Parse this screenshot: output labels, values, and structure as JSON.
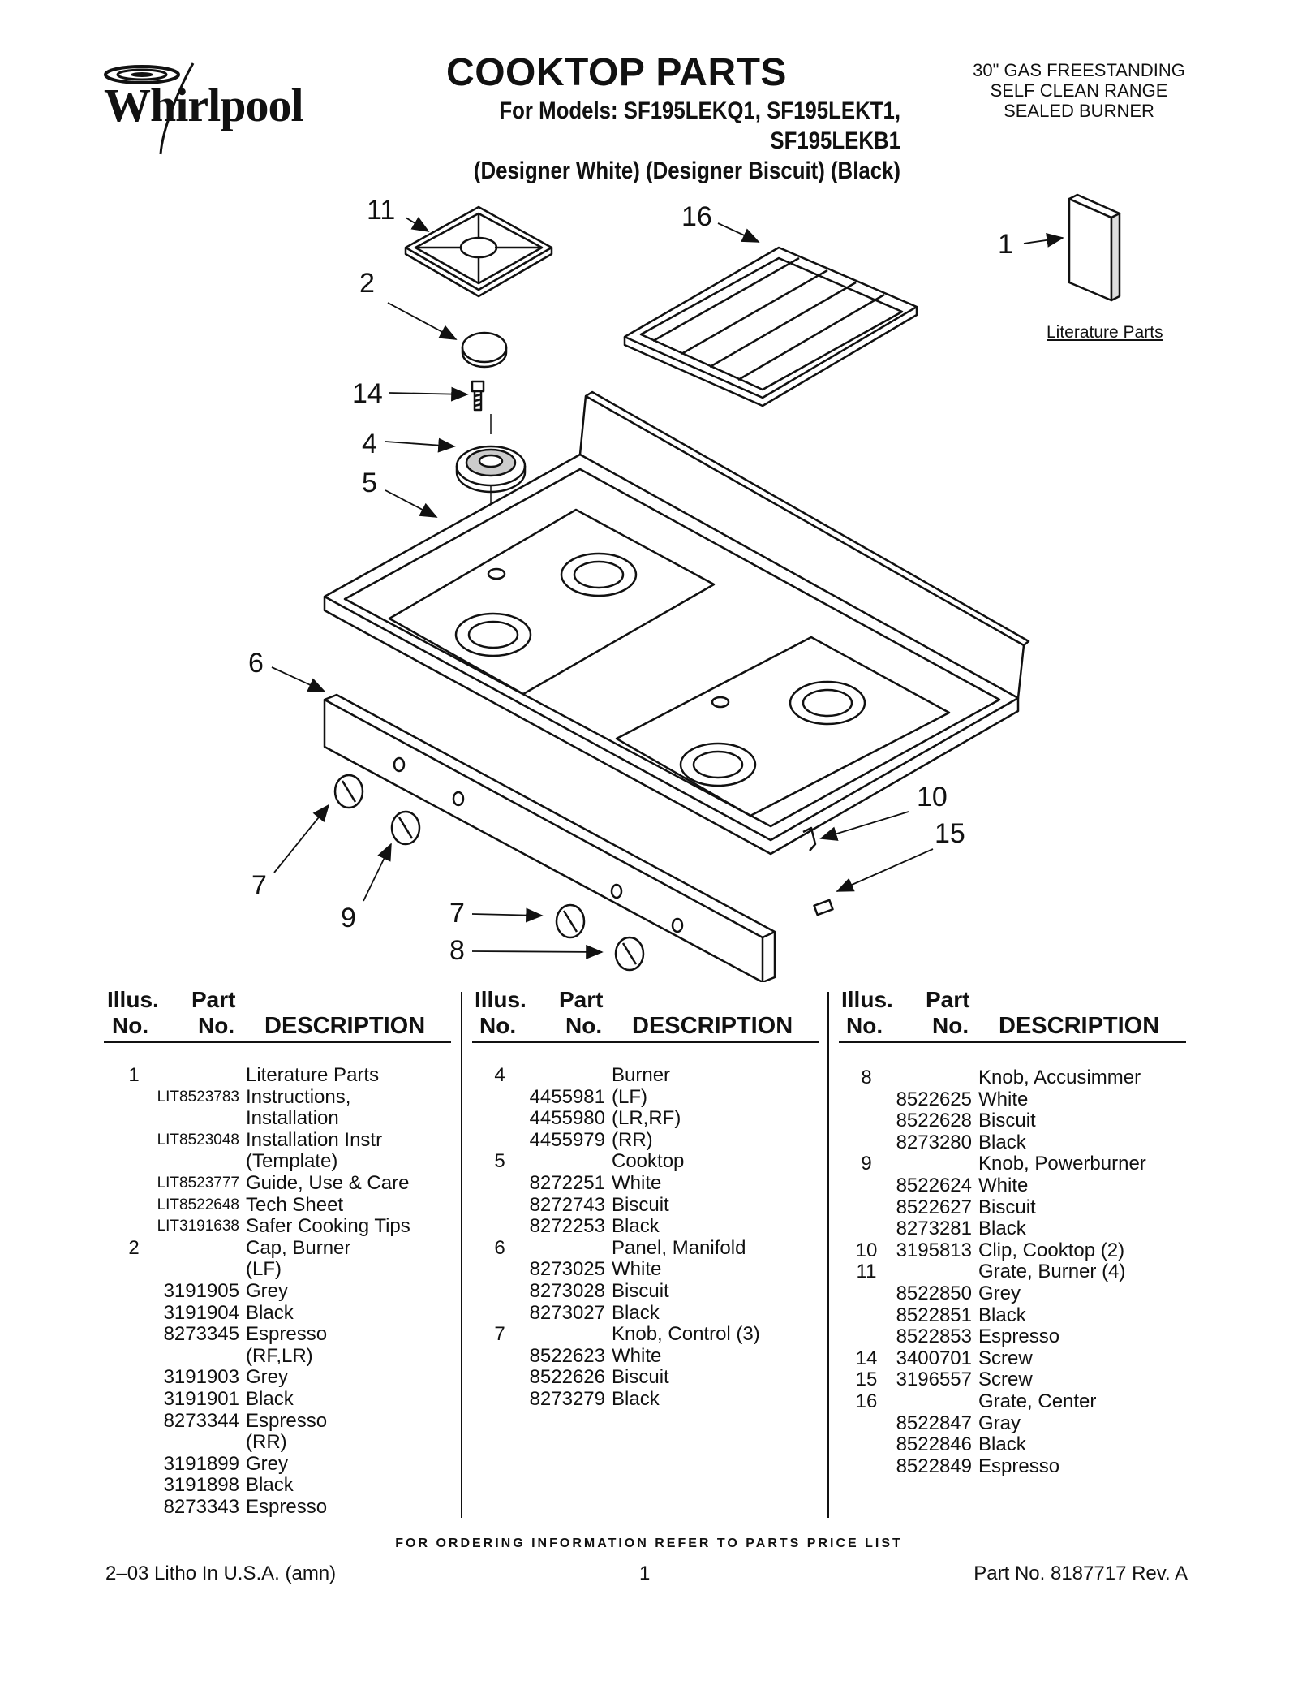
{
  "header": {
    "logo": "Whirlpool",
    "title": "COOKTOP PARTS",
    "models_line": "For Models: SF195LEKQ1, SF195LEKT1, SF195LEKB1",
    "colors_line": "(Designer White) (Designer Biscuit) (Black)",
    "range_type": [
      "30\" GAS FREESTANDING",
      "SELF CLEAN RANGE",
      "SEALED BURNER"
    ]
  },
  "diagram": {
    "callouts": [
      "11",
      "16",
      "1",
      "2",
      "14",
      "4",
      "5",
      "6",
      "10",
      "15",
      "7",
      "9",
      "7",
      "8"
    ],
    "literature_label": "Literature Parts"
  },
  "columns_header": {
    "illus1": "Illus.",
    "illus2": "No.",
    "part1": "Part",
    "part2": "No.",
    "desc": "DESCRIPTION"
  },
  "parts": {
    "col1": [
      [
        "1",
        "",
        "Literature Parts"
      ],
      [
        "",
        "LIT8523783",
        "Instructions,"
      ],
      [
        "",
        "",
        "Installation"
      ],
      [
        "",
        "LIT8523048",
        "Installation Instr"
      ],
      [
        "",
        "",
        "(Template)"
      ],
      [
        "",
        "LIT8523777",
        "Guide, Use & Care"
      ],
      [
        "",
        "LIT8522648",
        "Tech Sheet"
      ],
      [
        "",
        "LIT3191638",
        "Safer Cooking Tips"
      ],
      [
        "2",
        "",
        "Cap, Burner"
      ],
      [
        "",
        "",
        "(LF)"
      ],
      [
        "",
        "3191905",
        "Grey"
      ],
      [
        "",
        "3191904",
        "Black"
      ],
      [
        "",
        "8273345",
        "Espresso"
      ],
      [
        "",
        "",
        "(RF,LR)"
      ],
      [
        "",
        "3191903",
        "Grey"
      ],
      [
        "",
        "3191901",
        "Black"
      ],
      [
        "",
        "8273344",
        "Espresso"
      ],
      [
        "",
        "",
        "(RR)"
      ],
      [
        "",
        "3191899",
        "Grey"
      ],
      [
        "",
        "3191898",
        "Black"
      ],
      [
        "",
        "8273343",
        "Espresso"
      ]
    ],
    "col2": [
      [
        "4",
        "",
        "Burner"
      ],
      [
        "",
        "4455981",
        "(LF)"
      ],
      [
        "",
        "4455980",
        "(LR,RF)"
      ],
      [
        "",
        "4455979",
        "(RR)"
      ],
      [
        "5",
        "",
        "Cooktop"
      ],
      [
        "",
        "8272251",
        "White"
      ],
      [
        "",
        "8272743",
        "Biscuit"
      ],
      [
        "",
        "8272253",
        "Black"
      ],
      [
        "6",
        "",
        "Panel, Manifold"
      ],
      [
        "",
        "8273025",
        "White"
      ],
      [
        "",
        "8273028",
        "Biscuit"
      ],
      [
        "",
        "8273027",
        "Black"
      ],
      [
        "7",
        "",
        "Knob, Control (3)"
      ],
      [
        "",
        "8522623",
        "White"
      ],
      [
        "",
        "8522626",
        "Biscuit"
      ],
      [
        "",
        "8273279",
        "Black"
      ]
    ],
    "col3": [
      [
        "8",
        "",
        "Knob, Accusimmer"
      ],
      [
        "",
        "8522625",
        "White"
      ],
      [
        "",
        "8522628",
        "Biscuit"
      ],
      [
        "",
        "8273280",
        "Black"
      ],
      [
        "9",
        "",
        "Knob, Powerburner"
      ],
      [
        "",
        "8522624",
        "White"
      ],
      [
        "",
        "8522627",
        "Biscuit"
      ],
      [
        "",
        "8273281",
        "Black"
      ],
      [
        "10",
        "3195813",
        "Clip, Cooktop (2)"
      ],
      [
        "11",
        "",
        "Grate, Burner (4)"
      ],
      [
        "",
        "8522850",
        "Grey"
      ],
      [
        "",
        "8522851",
        "Black"
      ],
      [
        "",
        "8522853",
        "Espresso"
      ],
      [
        "14",
        "3400701",
        "Screw"
      ],
      [
        "15",
        "3196557",
        "Screw"
      ],
      [
        "16",
        "",
        "Grate, Center"
      ],
      [
        "",
        "8522847",
        "Gray"
      ],
      [
        "",
        "8522846",
        "Black"
      ],
      [
        "",
        "8522849",
        "Espresso"
      ]
    ]
  },
  "footer": {
    "ordering": "FOR ORDERING INFORMATION REFER TO PARTS PRICE LIST",
    "left": "2–03 Litho In U.S.A. (amn)",
    "page": "1",
    "right": "Part No. 8187717 Rev. A"
  }
}
